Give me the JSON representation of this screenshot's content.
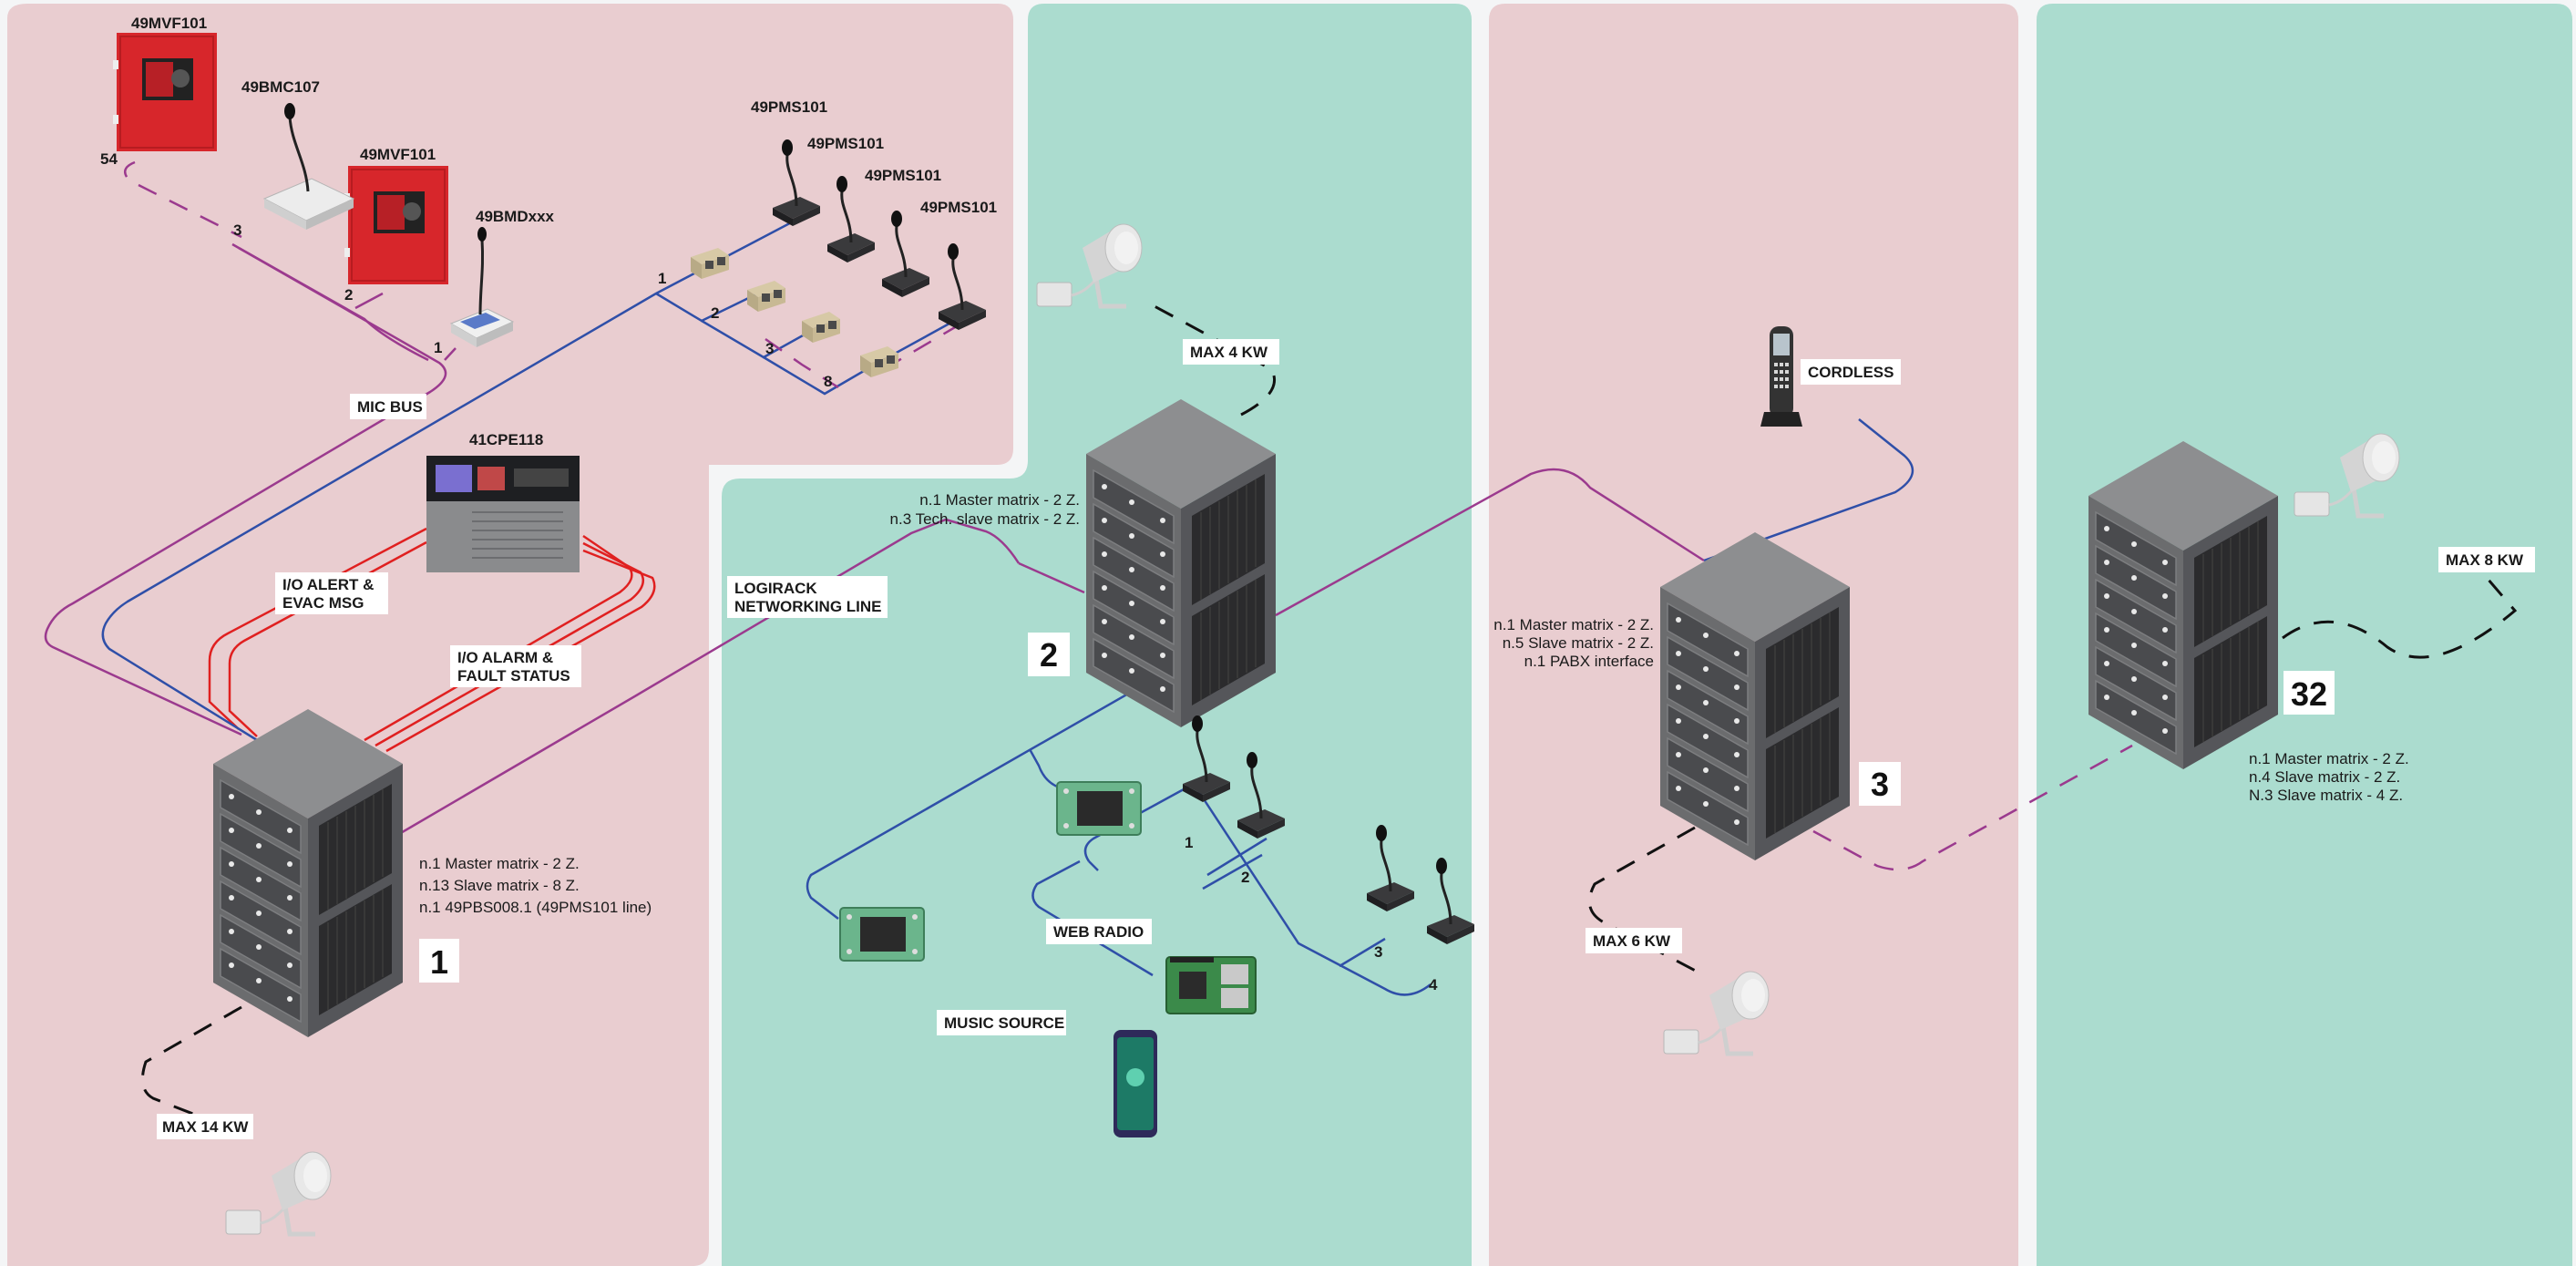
{
  "zones": {
    "colors": {
      "pink": "#e9cdd0",
      "green": "#abdccf"
    }
  },
  "devices": {
    "mvf_top": "49MVF101",
    "mvf_mid": "49MVF101",
    "bmc": "49BMC107",
    "bmd": "49BMDxxx",
    "cpe": "41CPE118",
    "pms": [
      "49PMS101",
      "49PMS101",
      "49PMS101",
      "49PMS101"
    ],
    "cordless": "CORDLESS"
  },
  "labels": {
    "mic_bus": "MIC BUS",
    "io_alert": [
      "I/O ALERT &",
      "EVAC MSG"
    ],
    "io_alarm": [
      "I/O ALARM &",
      "FAULT STATUS"
    ],
    "logirack": [
      "LOGIRACK",
      "NETWORKING LINE"
    ],
    "web_radio": "WEB RADIO",
    "music_source": "MUSIC SOURCE",
    "max_14": "MAX 14 KW",
    "max_4": "MAX 4 KW",
    "max_6": "MAX 6 KW",
    "max_8": "MAX 8 KW"
  },
  "line_numbers": {
    "mvf54": "54",
    "bmc3": "3",
    "mvf2": "2",
    "bmd1": "1",
    "pms1": "1",
    "pms2": "2",
    "pms3": "3",
    "pms8": "8",
    "mic1": "1",
    "mic2": "2",
    "mic3": "3",
    "mic4": "4"
  },
  "racks": {
    "r1": {
      "number": "1",
      "lines": [
        "n.1 Master matrix - 2 Z.",
        "n.13 Slave matrix - 8 Z.",
        "n.1 49PBS008.1 (49PMS101 line)"
      ]
    },
    "r2": {
      "number": "2",
      "lines": [
        "n.1 Master matrix - 2 Z.",
        "n.3 Tech. slave matrix - 2 Z."
      ]
    },
    "r3": {
      "number": "3",
      "lines": [
        "n.1 Master matrix - 2 Z.",
        "n.5 Slave matrix - 2 Z.",
        "n.1 PABX interface"
      ]
    },
    "r32": {
      "number": "32",
      "lines": [
        "n.1 Master matrix - 2 Z.",
        "n.4 Slave matrix - 2 Z.",
        "N.3 Slave matrix - 4 Z."
      ]
    }
  },
  "line_colors": {
    "mic_bus": "#9b3a8e",
    "network": "#2f4fa8",
    "io": "#e02020",
    "speaker": "#1a1a1a"
  }
}
